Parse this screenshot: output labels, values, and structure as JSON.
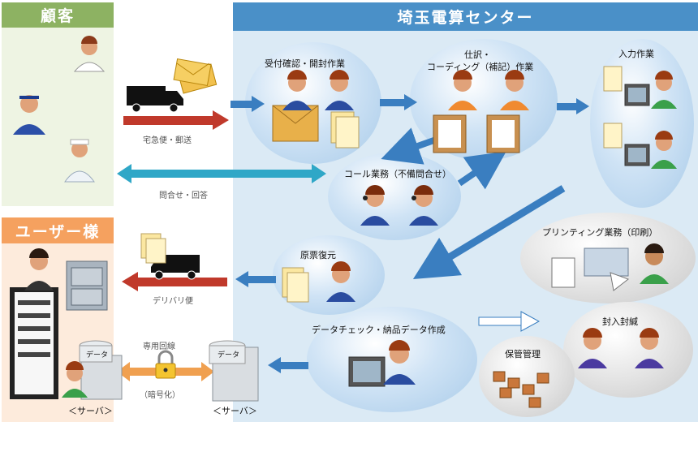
{
  "headers": {
    "customer": "顧客",
    "center": "埼玉電算センター",
    "user": "ユーザー様"
  },
  "processes": {
    "receive": "受付確認・開封作業",
    "sort_line1": "仕訳・",
    "sort_line2": "コーディング（補記）作業",
    "input": "入力作業",
    "call": "コール業務（不備問合せ）",
    "printing": "プリンティング業務（印刷）",
    "restore": "原票復元",
    "seal": "封入封緘",
    "storage": "保管管理",
    "datacheck": "データチェック・納品データ作成"
  },
  "flows": {
    "delivery_in": "宅急便・郵送",
    "inquiry": "問合せ・回答",
    "delivery_out": "デリバリ便",
    "line": "専用回線",
    "encrypt": "（暗号化）"
  },
  "servers": {
    "left_label": "＜サーバ＞",
    "right_label": "＜サーバ＞",
    "data_tag": "データ"
  },
  "colors": {
    "customer_header": "#8db262",
    "center_header": "#4a90c8",
    "user_header": "#f5a15f",
    "customer_bg": "#eef4e3",
    "center_bg": "#dbeaf5",
    "user_bg": "#fdebdc"
  }
}
